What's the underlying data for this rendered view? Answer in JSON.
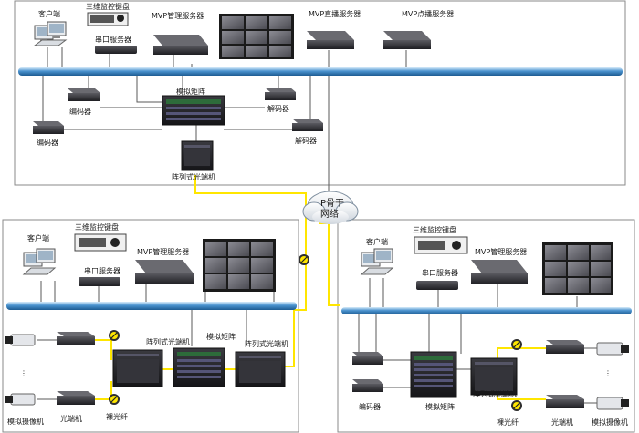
{
  "colors": {
    "bus_gradient_top": "#cfe6f7",
    "bus_gradient_mid": "#3f88c5",
    "bus_gradient_bot": "#1f5f97",
    "fiber": "#ffe600",
    "video_wall": "#6c6c72",
    "device_dark": "#2b2b30"
  },
  "top_site": {
    "client": "客户端",
    "keyboard": "三维监控键盘",
    "serial_server": "串口服务器",
    "mgmt_server": "MVP管理服务器",
    "live_server": "MVP直播服务器",
    "vod_server": "MVP点播服务器",
    "encoder_1": "编码器",
    "encoder_2": "编码器",
    "matrix": "模拟矩阵",
    "decoder_1": "解码器",
    "decoder_2": "解码器",
    "optical": "阵列式光端机"
  },
  "backbone": {
    "line1": "IP骨干",
    "line2": "网络"
  },
  "left_site": {
    "client": "客户端",
    "keyboard": "三维监控键盘",
    "serial_server": "串口服务器",
    "mgmt_server": "MVP管理服务器",
    "optical_a": "阵列式光端机",
    "matrix": "模拟矩阵",
    "optical_b": "阵列式光端机",
    "camera": "模拟摄像机",
    "transceiver": "光端机",
    "bare_fiber": "裸光纤",
    "ellipsis": "⋮"
  },
  "right_site": {
    "client": "客户端",
    "keyboard": "三维监控键盘",
    "serial_server": "串口服务器",
    "mgmt_server": "MVP管理服务器",
    "encoder": "编码器",
    "matrix": "模拟矩阵",
    "optical": "阵列式光端机",
    "bare_fiber": "裸光纤",
    "transceiver": "光端机",
    "camera": "模拟摄像机",
    "ellipsis": "⋮"
  }
}
